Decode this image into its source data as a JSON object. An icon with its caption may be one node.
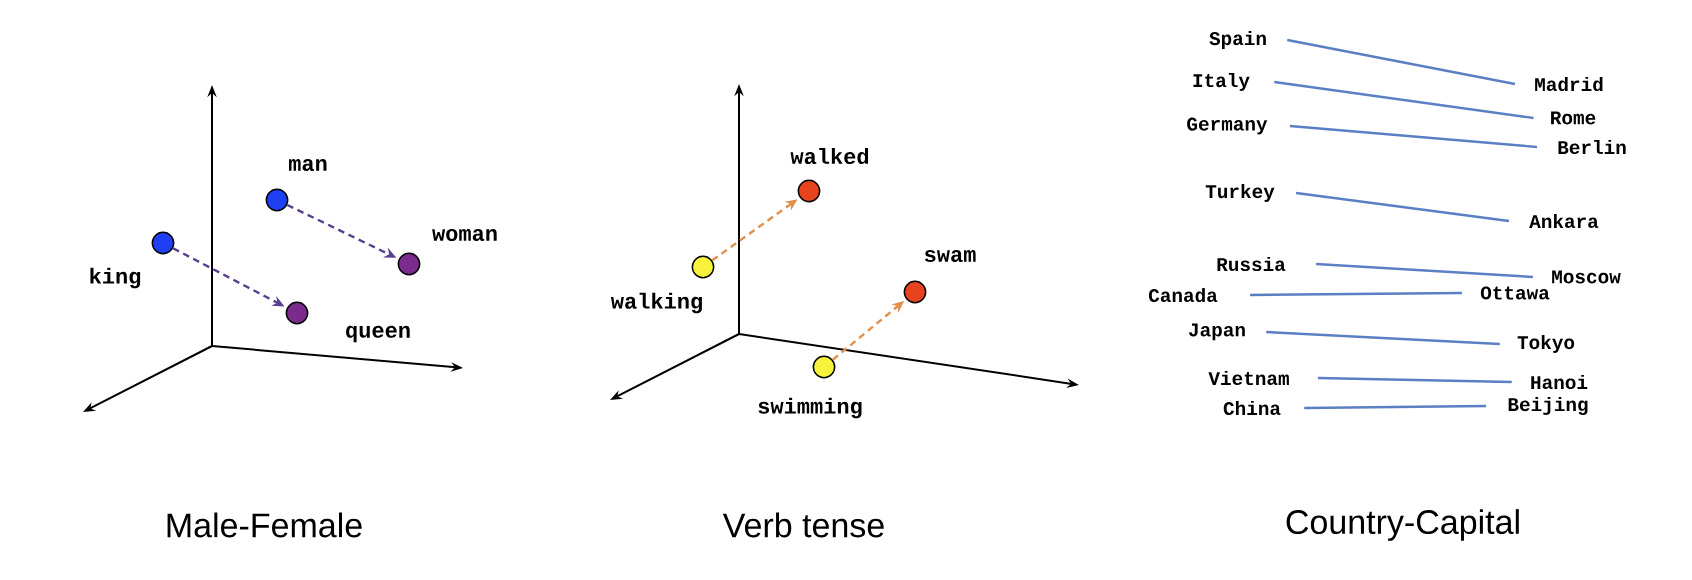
{
  "diagram": {
    "nodes": [
      {
        "text": [],
        "shape": "circle",
        "beside": [
          "man"
        ]
      },
      {
        "text": [],
        "shape": "circle",
        "beside": [
          "woman"
        ]
      },
      {
        "text": [],
        "shape": "circle",
        "beside": [
          "king"
        ]
      },
      {
        "text": [],
        "shape": "circle",
        "beside": [
          "queen"
        ]
      },
      {
        "text": [],
        "shape": "circle",
        "beside": [
          "walked"
        ]
      },
      {
        "text": [],
        "shape": "circle",
        "beside": [
          "walking"
        ]
      },
      {
        "text": [],
        "shape": "circle",
        "beside": [
          "swam"
        ]
      },
      {
        "text": [],
        "shape": "circle",
        "beside": [
          "swimming"
        ]
      },
      {
        "text": [
          "Spain"
        ]
      },
      {
        "text": [
          "Madrid"
        ]
      },
      {
        "text": [
          "Italy"
        ]
      },
      {
        "text": [
          "Rome"
        ]
      },
      {
        "text": [
          "Germany"
        ]
      },
      {
        "text": [
          "Berlin"
        ]
      },
      {
        "text": [
          "Turkey"
        ]
      },
      {
        "text": [
          "Ankara"
        ]
      },
      {
        "text": [
          "Russia"
        ]
      },
      {
        "text": [
          "Moscow"
        ]
      },
      {
        "text": [
          "Canada"
        ]
      },
      {
        "text": [
          "Ottawa"
        ]
      },
      {
        "text": [
          "Japan"
        ]
      },
      {
        "text": [
          "Tokyo"
        ]
      },
      {
        "text": [
          "Vietnam"
        ]
      },
      {
        "text": [
          "Hanoi"
        ]
      },
      {
        "text": [
          "China"
        ]
      },
      {
        "text": [
          "Beijing"
        ]
      }
    ],
    "edges": [
      {
        "from": 0,
        "to": 1,
        "arrow": "to",
        "style": "dashed",
        "color": "#5b3f8f"
      },
      {
        "from": 2,
        "to": 3,
        "arrow": "to",
        "style": "dashed",
        "color": "#5b3f8f"
      },
      {
        "from": 5,
        "to": 4,
        "arrow": "to",
        "style": "dashed",
        "color": "#e0904a"
      },
      {
        "from": 7,
        "to": 6,
        "arrow": "to",
        "style": "dashed",
        "color": "#e0904a"
      },
      {
        "from": 8,
        "to": 9,
        "arrow": "none"
      },
      {
        "from": 10,
        "to": 11,
        "arrow": "none"
      },
      {
        "from": 12,
        "to": 13,
        "arrow": "none"
      },
      {
        "from": 14,
        "to": 15,
        "arrow": "none"
      },
      {
        "from": 16,
        "to": 17,
        "arrow": "none"
      },
      {
        "from": 18,
        "to": 19,
        "arrow": "none"
      },
      {
        "from": 20,
        "to": 21,
        "arrow": "none"
      },
      {
        "from": 22,
        "to": 23,
        "arrow": "none"
      },
      {
        "from": 24,
        "to": 25,
        "arrow": "none"
      }
    ],
    "labels": [
      "Male-Female",
      "Verb tense",
      "Country-Capital"
    ]
  }
}
